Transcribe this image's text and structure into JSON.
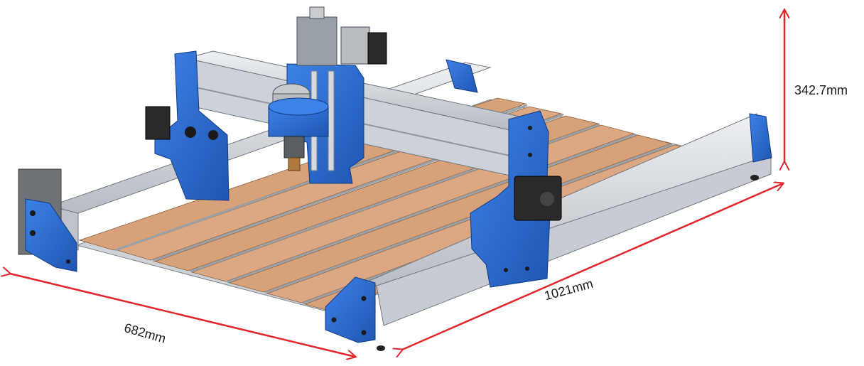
{
  "dimensions": {
    "height": "342.7mm",
    "length": "1021mm",
    "width": "682mm"
  },
  "colors": {
    "arrow": "#e3262b",
    "frame_blue": "#2f6fd6",
    "frame_blue_dark": "#1d4fa8",
    "rail_silver": "#d9dde2",
    "rail_shadow": "#a9afb7",
    "wood": "#d7a27a",
    "motor": "#2a2a2a",
    "spindle": "#b9bcc0"
  }
}
